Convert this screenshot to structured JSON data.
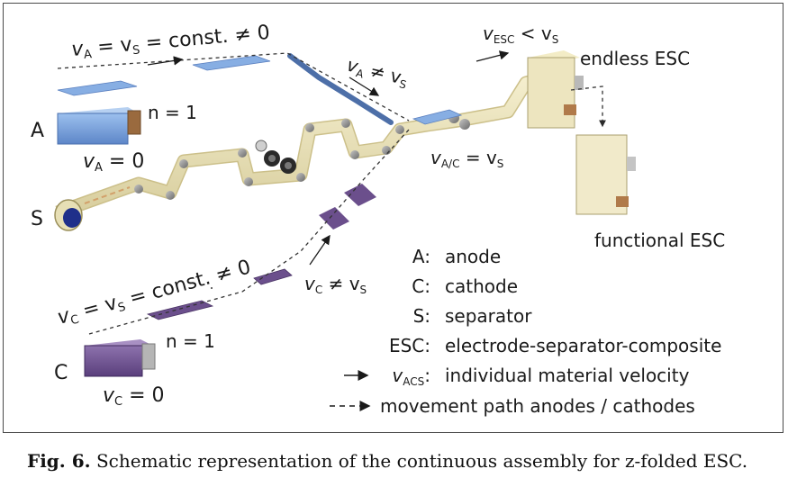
{
  "labels": {
    "anode_stack": "A",
    "separator_roll": "S",
    "cathode_stack": "C",
    "n_anode": "n = 1",
    "n_cathode": "n = 1",
    "va_zero": "v",
    "va_zero_sub": "A",
    "va_zero_rest": " = 0",
    "vc_zero": "v",
    "vc_zero_sub": "C",
    "vc_zero_rest": " = 0",
    "endless_esc": "endless ESC",
    "functional_esc": "functional ESC"
  },
  "velocity_labels": {
    "anode_const": {
      "v1": "v",
      "s1": "A",
      "mid": " = v",
      "s2": "S",
      "rest": " = const. ≠ 0"
    },
    "cathode_const": {
      "v1": "v",
      "s1": "C",
      "mid": " = v",
      "s2": "S",
      "rest": " = const. ≠ 0"
    },
    "anode_neq": {
      "v1": "v",
      "s1": "A",
      "mid": " ≠ v",
      "s2": "S"
    },
    "cathode_neq": {
      "v1": "v",
      "s1": "C",
      "mid": " ≠ v",
      "s2": "S"
    },
    "ac_eq": {
      "v1": "v",
      "s1": "A/C",
      "mid": " = v",
      "s2": "S"
    },
    "esc_lt": {
      "v1": "v",
      "s1": "ESC",
      "mid": " < v",
      "s2": "S"
    }
  },
  "legend": {
    "items": [
      {
        "key": "A:",
        "value": "anode"
      },
      {
        "key": "C:",
        "value": "cathode"
      },
      {
        "key": "S:",
        "value": "separator"
      },
      {
        "key": "ESC:",
        "value": "electrode-separator-composite"
      }
    ],
    "velocity_key": "v",
    "velocity_key_sub": "ACS",
    "velocity_key_colon": ":",
    "velocity_value": "individual material velocity",
    "path_value": "movement path anodes / cathodes"
  },
  "caption": {
    "label": "Fig. 6.",
    "text": " Schematic representation of the continuous assembly for z-folded ESC."
  },
  "colors": {
    "anode": "#6f9ad6",
    "cathode": "#6b4f8c",
    "separator": "#ede5bf",
    "roller": "#8a8a8a",
    "tab_copper": "#b07a4a",
    "tab_alu": "#b9b9b9"
  }
}
